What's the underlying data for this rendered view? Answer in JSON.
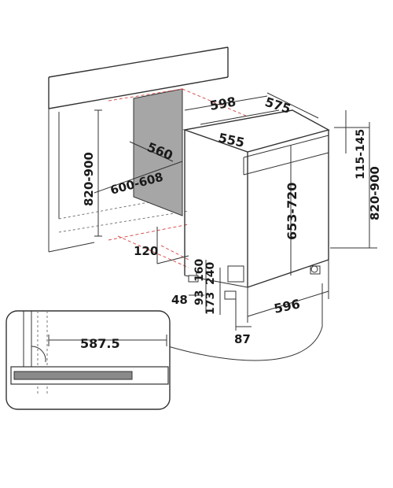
{
  "colors": {
    "line": "#333333",
    "cavity_fill": "#a6a6a6",
    "hidden_edge": "#d9534f",
    "plinth_fill": "#8a8a8a"
  },
  "dimensions": {
    "cabinet_height": "820-900",
    "appliance_width_top": "598",
    "appliance_depth_top": "575",
    "inner_depth": "555",
    "niche_depth": "560",
    "niche_width": "600-608",
    "adjustable_top": "115-145",
    "appliance_height_range": "820-900",
    "door_height": "653-720",
    "plinth_depth": "120",
    "foot_offset": "48",
    "foot_93": "93",
    "foot_173": "173",
    "plinth_160": "160",
    "plinth_240": "240",
    "base_width": "596",
    "side_offset": "87",
    "detail_width": "587.5"
  }
}
